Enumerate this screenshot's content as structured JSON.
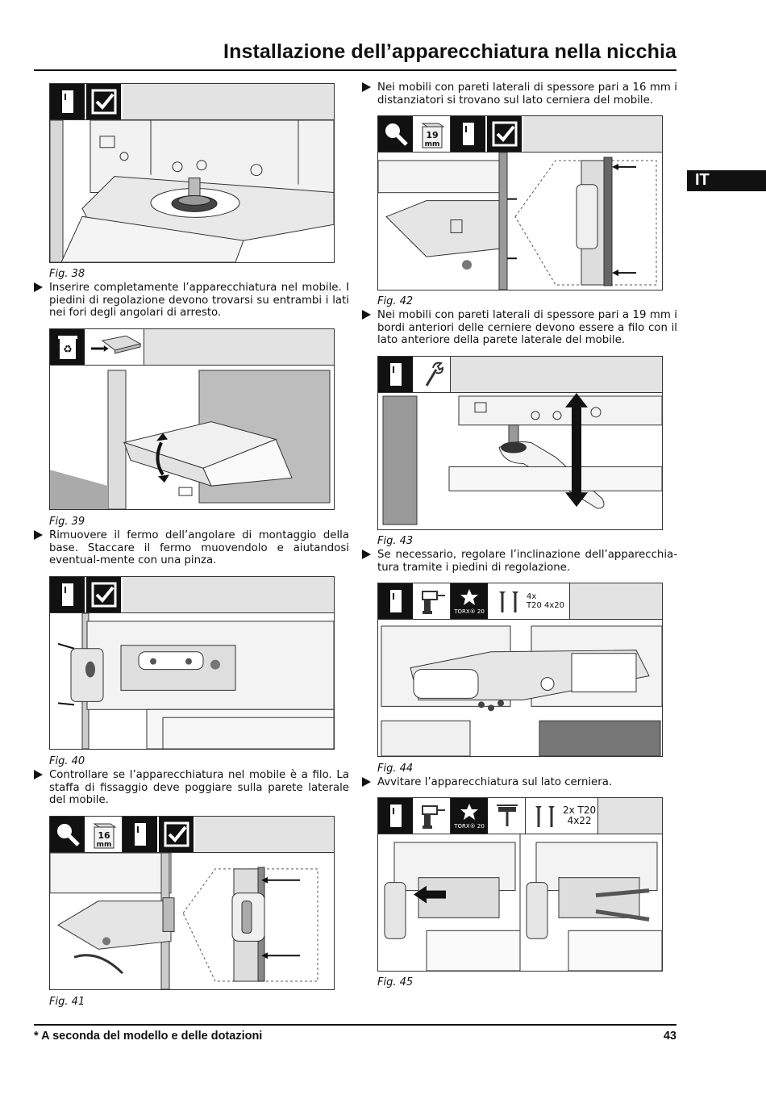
{
  "header": {
    "title": "Installazione dell’apparecchiatura nella nicchia",
    "lang": "IT"
  },
  "figures": {
    "fig38": {
      "caption": "Fig. 38"
    },
    "fig39": {
      "caption": "Fig. 39"
    },
    "fig40": {
      "caption": "Fig. 40"
    },
    "fig41": {
      "caption": "Fig. 41",
      "size_label": "16",
      "size_unit": "mm"
    },
    "fig42": {
      "caption": "Fig. 42",
      "size_label": "19",
      "size_unit": "mm"
    },
    "fig43": {
      "caption": "Fig. 43"
    },
    "fig44": {
      "caption": "Fig. 44",
      "torx_label": "TORX® 20",
      "screws_count": "4x",
      "screws_spec": "T20 4x20"
    },
    "fig45": {
      "caption": "Fig. 45",
      "torx_label": "TORX® 20",
      "screws_count": "2x T20",
      "screws_spec": "4x22"
    }
  },
  "steps": {
    "s38": "Inserire completamente l’apparecchiatura nel mobile. I piedini di regolazione devono trovarsi su entrambi i lati nei fori degli angolari di arresto.",
    "s39": "Rimuovere il fermo dell’angolare di montaggio della base. Staccare il fermo muovendolo e aiutandosi eventual-mente con una pinza.",
    "s40": "Controllare se l’apparecchiatura nel mobile è a filo. La staffa di fissaggio deve poggiare sulla parete laterale del mobile.",
    "s41": "Nei mobili con pareti laterali di spessore pari a 16 mm i distanziatori si trovano sul lato cerniera del mobile.",
    "s42": "Nei mobili con pareti laterali di spessore pari a 19 mm i bordi anteriori delle cerniere devono essere a filo con il lato anteriore della parete laterale del mobile.",
    "s43": "Se necessario, regolare l’inclinazione dell’apparecchia-tura tramite i piedini di regolazione.",
    "s44": "Avvitare l’apparecchiatura sul lato cerniera."
  },
  "footer": {
    "note": "* A seconda del modello e delle dotazioni",
    "page": "43"
  }
}
